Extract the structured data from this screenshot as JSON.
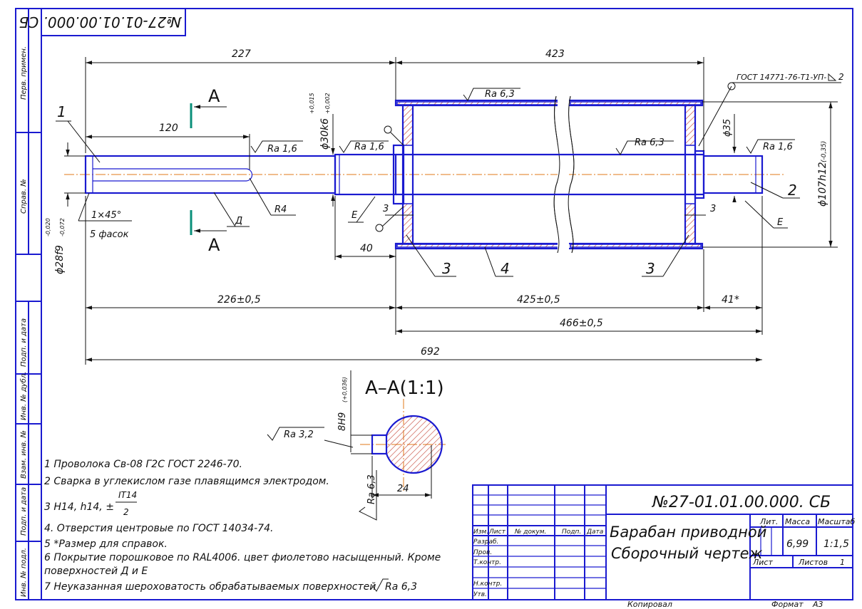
{
  "drawing_number_rotated": "№27-01.01.00.000. СБ",
  "side_stamp": {
    "perv_primen": "Перв. примен.",
    "sprav_no": "Справ. №",
    "podp_data_1": "Подп. и дата",
    "inv_dubl": "Инв. № дубл.",
    "vzam_inv": "Взам. инв. №",
    "podp_data_2": "Подп. и дата",
    "inv_podl": "Инв. № подл."
  },
  "dimensions": {
    "d227": "227",
    "d423": "423",
    "d120": "120",
    "d226": "226±0,5",
    "d425": "425±0,5",
    "d41": "41*",
    "d466": "466±0,5",
    "d692": "692",
    "d40": "40",
    "d3a": "3",
    "d3b": "3",
    "d35": "ϕ35",
    "d107": "ϕ107h12",
    "d107_tol": "(-0,35)",
    "d30": "ϕ30k6",
    "d30_tol_up": "+0,015",
    "d30_tol_lo": "+0,002",
    "d28": "ϕ28f9",
    "d28_tol_up": "-0,020",
    "d28_tol_lo": "-0,072",
    "chamfer": "1×45°",
    "chamfer_count": "5 фасок",
    "r4": "R4",
    "d24": "24",
    "d8h9": "8H9",
    "d8h9_tol": "(+0,036)"
  },
  "roughness": {
    "r1": "Ra 6,3",
    "r2": "Ra 1,6",
    "r3": "Ra 1,6",
    "r4": "Ra 6,3",
    "r5": "Ra 1,6",
    "r6": "Ra 3,2",
    "r7": "Ra 6,3"
  },
  "labels": {
    "gost_weld": "ГОСТ 14771-76-Т1-УП-",
    "weld_leg": "2",
    "section_a_top": "А",
    "section_a_bottom": "А",
    "section_title": "А–А(1:1)",
    "surface_d": "Д",
    "surface_e1": "Е",
    "surface_e2": "Е"
  },
  "callouts": [
    "1",
    "2",
    "3",
    "4",
    "3"
  ],
  "notes": [
    "1 Проволока Св-08 Г2С ГОСТ 2246-70.",
    "2 Сварка в углекислом газе плавящимся электродом.",
    "3 H14, h14, ±",
    "4. Отверстия центровые по ГОСТ 14034-74.",
    "5 *Размер для справок.",
    "6 Покрытие порошковое по RAL4006. цвет фиолетово насыщенный. Кроме",
    "поверхностей Д и Е",
    "7 Неуказанная шероховатость обрабатываемых поверхностей"
  ],
  "note3_fraction": {
    "num": "IT14",
    "den": "2"
  },
  "note7_ra": "Ra 6,3",
  "title_block": {
    "designation": "№27-01.01.00.000. СБ",
    "name_line1": "Барабан приводной",
    "name_line2": "Сборочный чертеж",
    "lit_hdr": "Лит.",
    "mass_hdr": "Масса",
    "scale_hdr": "Масштаб",
    "mass": "6,99",
    "scale": "1:1,5",
    "sheet_hdr": "Лист",
    "sheets_hdr": "Листов",
    "sheets": "1",
    "col_izm": "Изм.",
    "col_list": "Лист",
    "col_doc": "№ докум.",
    "col_podp": "Подп.",
    "col_data": "Дата",
    "row_razrab": "Разраб.",
    "row_prov": "Пров.",
    "row_tkontr": "Т.контр.",
    "row_nkontr": "Н.контр.",
    "row_utv": "Утв."
  },
  "footer": {
    "kopiroval": "Копировал",
    "format": "Формат",
    "format_value": "А3"
  }
}
